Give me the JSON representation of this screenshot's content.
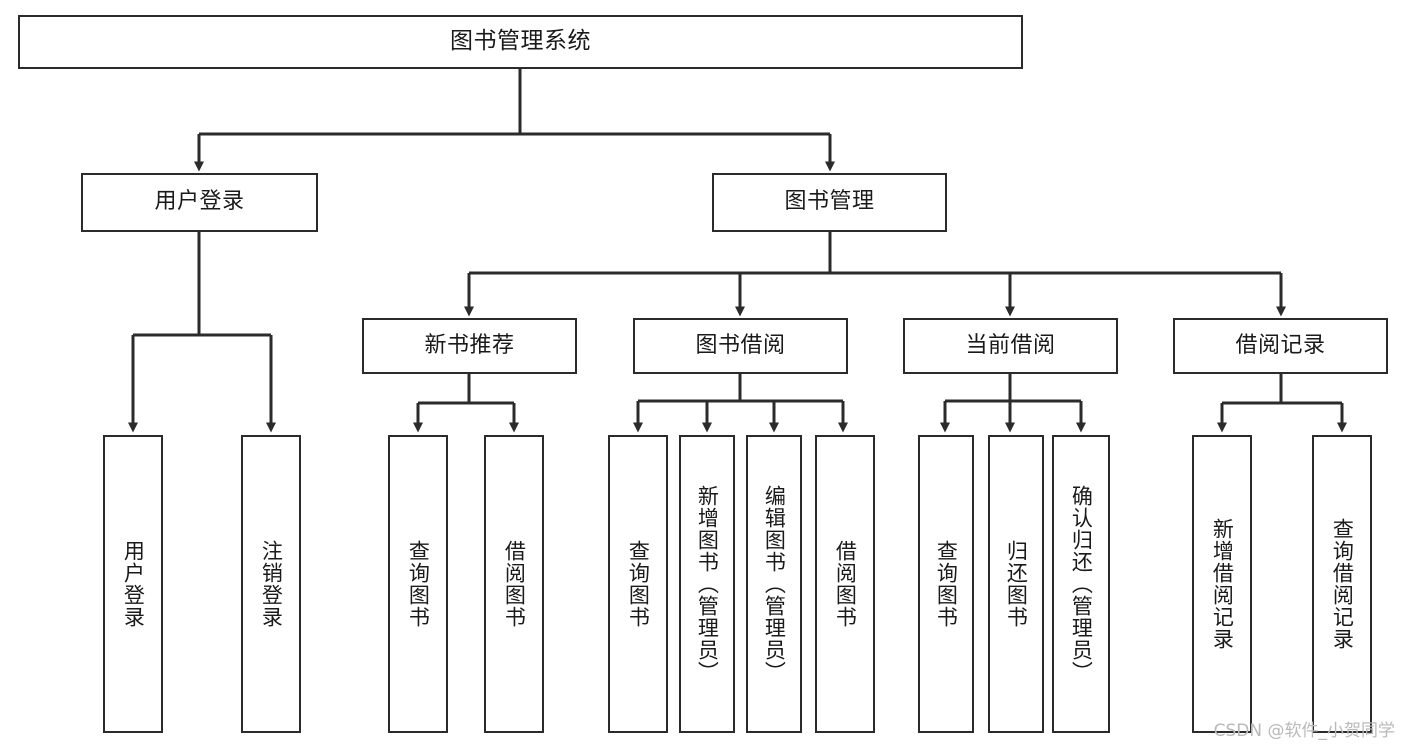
{
  "diagram": {
    "title": "图书管理系统",
    "type": "tree-hierarchy-chart",
    "orientation": "top-down",
    "colors": {
      "background": "#ffffff",
      "box_border": "#2b2b2b",
      "box_fill": "#ffffff",
      "connector": "#2b2b2b",
      "text": "#1a1a1a",
      "watermark": "#b9b9b9"
    },
    "root": {
      "label": "图书管理系统"
    },
    "level2": [
      {
        "label": "用户登录"
      },
      {
        "label": "图书管理"
      }
    ],
    "level3": [
      {
        "label": "新书推荐"
      },
      {
        "label": "图书借阅"
      },
      {
        "label": "当前借阅"
      },
      {
        "label": "借阅记录"
      }
    ],
    "leaves": {
      "user_login": [
        {
          "label": "用户登录"
        },
        {
          "label": "注销登录"
        }
      ],
      "new_book_recommend": [
        {
          "label": "查询图书"
        },
        {
          "label": "借阅图书"
        }
      ],
      "book_borrow": [
        {
          "label": "查询图书"
        },
        {
          "label": "新增图书（管理员）"
        },
        {
          "label": "编辑图书（管理员）"
        },
        {
          "label": "借阅图书"
        }
      ],
      "current_borrow": [
        {
          "label": "查询图书"
        },
        {
          "label": "归还图书"
        },
        {
          "label": "确认归还（管理员）"
        }
      ],
      "borrow_record": [
        {
          "label": "新增借阅记录"
        },
        {
          "label": "查询借阅记录"
        }
      ]
    },
    "watermark": "CSDN @软件_小贺同学"
  }
}
